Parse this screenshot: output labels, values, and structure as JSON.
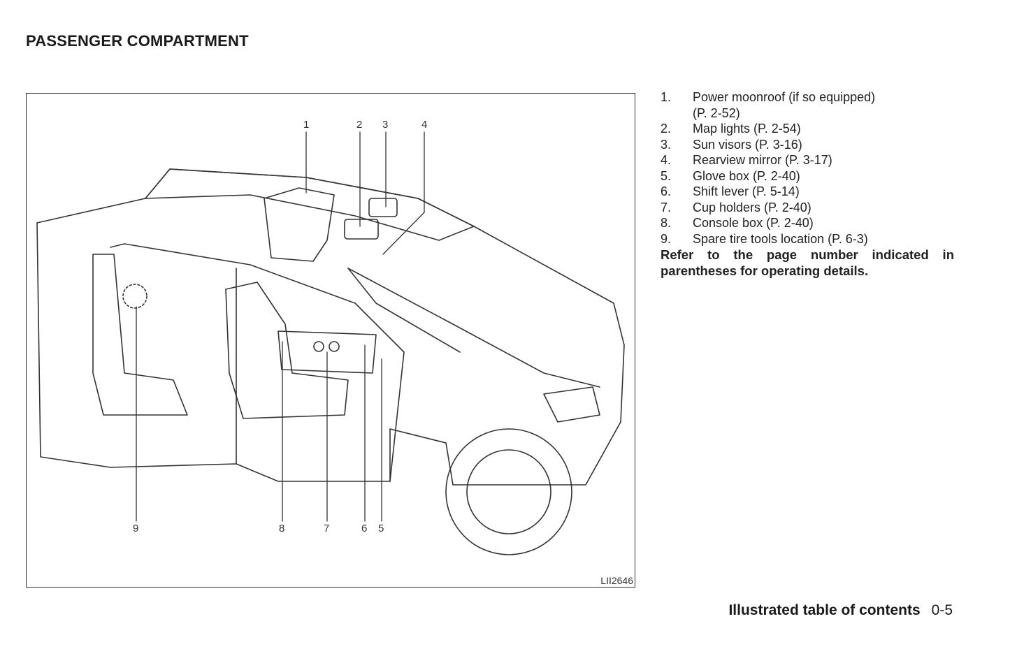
{
  "header": {
    "title": "PASSENGER COMPARTMENT"
  },
  "figure": {
    "id": "LII2646",
    "callouts": [
      "1",
      "2",
      "3",
      "4",
      "5",
      "6",
      "7",
      "8",
      "9"
    ]
  },
  "legend": {
    "items": [
      {
        "num": "1.",
        "text": "Power moonroof (if so equipped)",
        "text2": "(P. 2-52)"
      },
      {
        "num": "2.",
        "text": "Map lights (P. 2-54)"
      },
      {
        "num": "3.",
        "text": "Sun visors (P. 3-16)"
      },
      {
        "num": "4.",
        "text": "Rearview mirror (P. 3-17)"
      },
      {
        "num": "5.",
        "text": "Glove box (P. 2-40)"
      },
      {
        "num": "6.",
        "text": "Shift lever (P. 5-14)"
      },
      {
        "num": "7.",
        "text": "Cup holders (P. 2-40)"
      },
      {
        "num": "8.",
        "text": "Console box (P. 2-40)"
      },
      {
        "num": "9.",
        "text": "Spare tire tools location (P. 6-3)"
      }
    ],
    "note": "Refer to the page number indicated in parentheses for operating details."
  },
  "footer": {
    "section": "Illustrated table of contents",
    "page": "0-5"
  }
}
